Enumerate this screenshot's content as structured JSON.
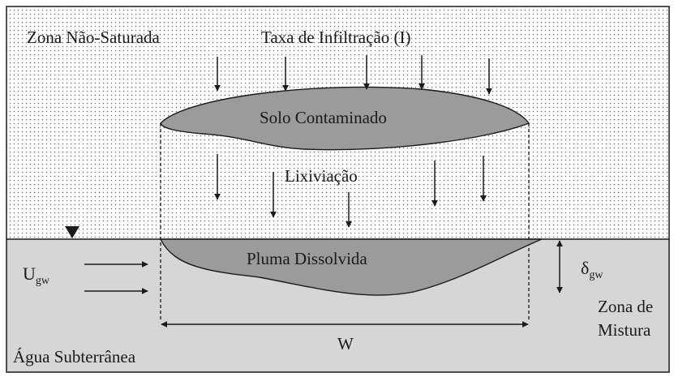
{
  "labels": {
    "unsaturated_zone": "Zona Não-Saturada",
    "infiltration_rate": "Taxa de Infiltração (I)",
    "contaminated_soil": "Solo Contaminado",
    "leaching": "Lixiviação",
    "dissolved_plume": "Pluma Dissolvida",
    "groundwater_velocity_main": "U",
    "groundwater_velocity_sub": "gw",
    "mixing_depth_main": "δ",
    "mixing_depth_sub": "gw",
    "mixing_zone_line1": "Zona de",
    "mixing_zone_line2": "Mistura",
    "width": "W",
    "groundwater": "Água Subterrânea"
  },
  "colors": {
    "unsaturated_fill": "#ffffff",
    "unsaturated_dots": "#6e6e6e",
    "saturated_fill": "#d6d6d6",
    "contaminant_fill": "#9b9b9b",
    "outline": "#1a1a1a"
  }
}
